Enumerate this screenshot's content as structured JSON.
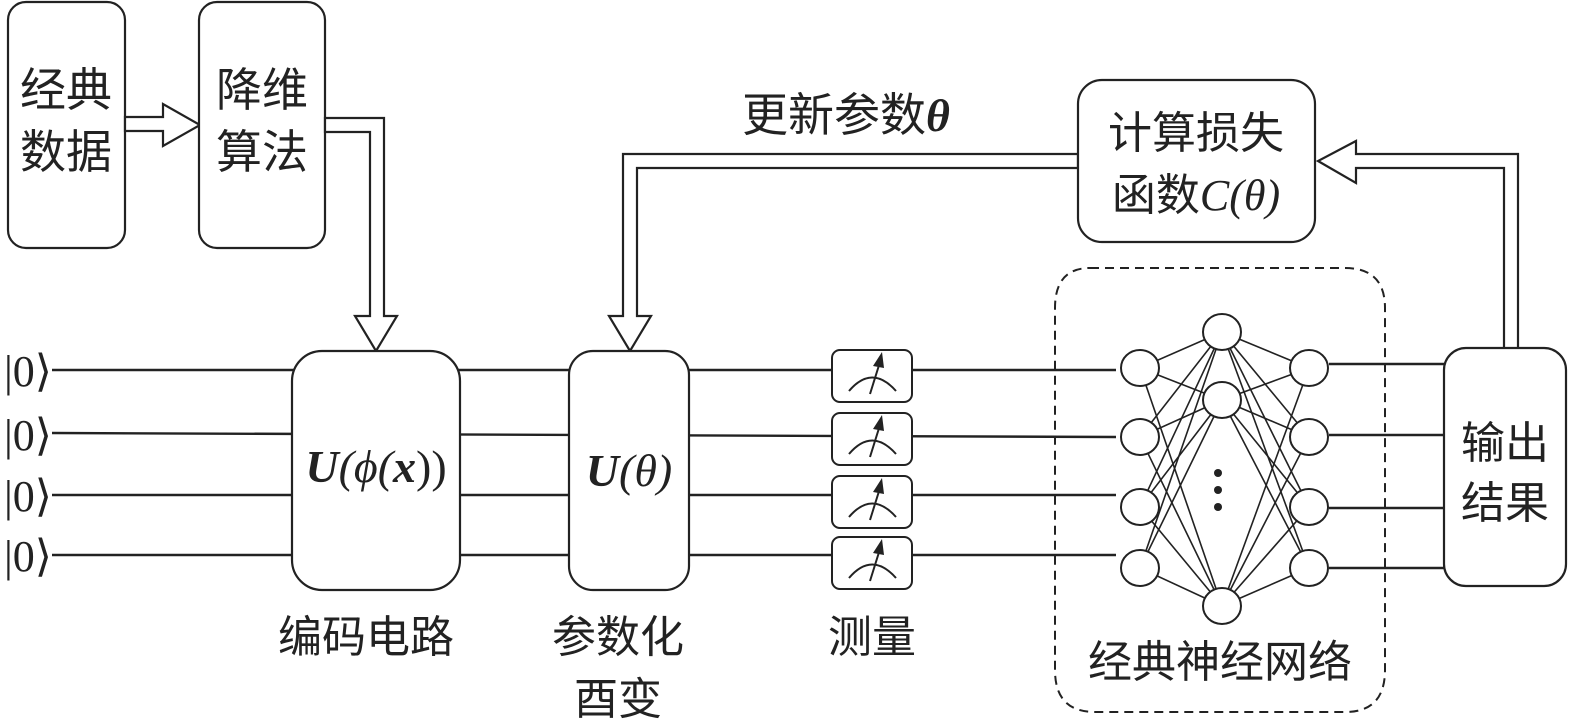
{
  "diagram": {
    "colors": {
      "stroke": "#222222",
      "background": "#ffffff"
    },
    "blocks": {
      "classical_data": {
        "line1": "经典",
        "line2": "数据"
      },
      "dim_reduction": {
        "line1": "降维",
        "line2": "算法"
      },
      "loss": {
        "line1": "计算损失",
        "line2_cjk": "函数",
        "line2_math": "C(θ)"
      },
      "output": {
        "line1": "输出",
        "line2": "结果"
      },
      "encoding_gate": {
        "math_U": "U",
        "math_rest": "(ϕ(",
        "math_x": "x",
        "math_close": "))"
      },
      "param_gate": {
        "math_U": "U",
        "math_rest": "(θ)"
      }
    },
    "feedback_label": {
      "cjk": "更新参数",
      "math": "θ"
    },
    "qubits": [
      "|0⟩",
      "|0⟩",
      "|0⟩",
      "|0⟩"
    ],
    "captions": {
      "encoding": "编码电路",
      "param_line1": "参数化",
      "param_line2": "酉变",
      "measure": "测量",
      "nn": "经典神经网络"
    },
    "icons": {
      "meter": "measurement-meter-icon",
      "ellipsis": "vertical-ellipsis"
    },
    "neural_network": {
      "layers": [
        4,
        3,
        4
      ],
      "hidden_ellipsis": true
    }
  }
}
